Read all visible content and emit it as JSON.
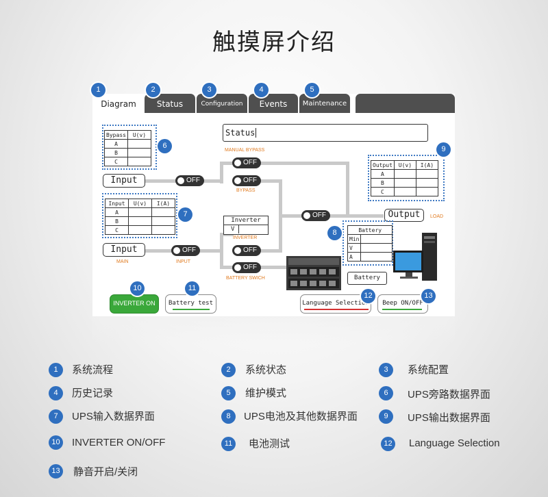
{
  "page_title": "触摸屏介绍",
  "tabs": [
    {
      "num": "1",
      "label": "Diagram"
    },
    {
      "num": "2",
      "label": "Status"
    },
    {
      "num": "3",
      "label": "Configuration"
    },
    {
      "num": "4",
      "label": "Events"
    },
    {
      "num": "5",
      "label": "Maintenance"
    }
  ],
  "status_box_label": "Status",
  "bypass_table": {
    "header": [
      "Bypass",
      "U(v)"
    ],
    "rows": [
      "A",
      "B",
      "C"
    ]
  },
  "input_table": {
    "header": [
      "Input",
      "U(v)",
      "I(A)"
    ],
    "rows": [
      "A",
      "B",
      "C"
    ]
  },
  "output_table": {
    "header": [
      "Output",
      "U(v)",
      "I(A)"
    ],
    "rows": [
      "A",
      "B",
      "C"
    ]
  },
  "battery_table": {
    "header": "Battery",
    "rows": [
      "Min",
      "V",
      "A"
    ]
  },
  "inverter_box": {
    "title": "Inverter",
    "row": "V"
  },
  "input_top_label": "Input",
  "input_bottom_label": "Input",
  "output_label": "Output",
  "battery_label": "Battery",
  "switch_text": "OFF",
  "labels": {
    "manual_bypass": "MANUAL BYPASS",
    "bypass": "BYPASS",
    "inverter": "INVERTER",
    "main": "MAIN",
    "input": "INPUT",
    "battery_swich": "BATTERY SWICH",
    "load": "LOAD"
  },
  "badges": {
    "b6": "6",
    "b7": "7",
    "b8": "8",
    "b9": "9",
    "b10": "10",
    "b11": "11",
    "b12": "12",
    "b13": "13"
  },
  "buttons": {
    "inverter_on": "INVERTER ON",
    "battery_test": "Battery test",
    "language": "Language Selection",
    "beep": "Beep ON/OFF"
  },
  "legend": [
    {
      "num": "1",
      "text": "系统流程"
    },
    {
      "num": "2",
      "text": "系统状态"
    },
    {
      "num": "3",
      "text": "系统配置"
    },
    {
      "num": "4",
      "text": "历史记录"
    },
    {
      "num": "5",
      "text": "维护模式"
    },
    {
      "num": "6",
      "text": "UPS旁路数据界面"
    },
    {
      "num": "7",
      "text": "UPS输入数据界面"
    },
    {
      "num": "8",
      "text": "UPS电池及其他数据界面"
    },
    {
      "num": "9",
      "text": "UPS输出数据界面"
    },
    {
      "num": "10",
      "text": "INVERTER ON/OFF"
    },
    {
      "num": "11",
      "text": "电池测试"
    },
    {
      "num": "12",
      "text": "Language Selection"
    },
    {
      "num": "13",
      "text": "静音开启/关闭"
    }
  ],
  "colors": {
    "badge": "#2f6fbf",
    "tab_dark": "#4f4f4f",
    "accent_green": "#3aa83a",
    "accent_orange": "#e07a1f",
    "accent_red": "#d43030"
  }
}
